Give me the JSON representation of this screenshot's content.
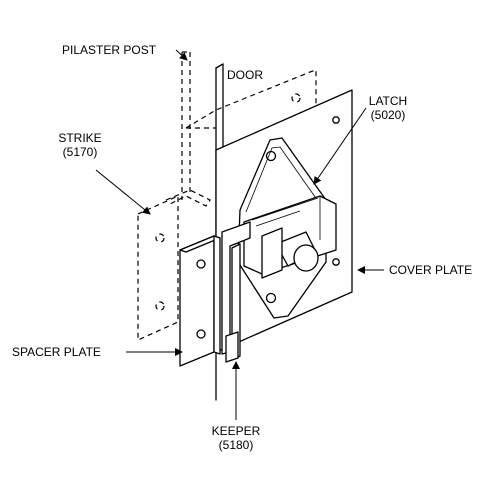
{
  "labels": {
    "pilaster_post": "PILASTER POST",
    "door": "DOOR",
    "latch_name": "LATCH",
    "latch_code": "(5020)",
    "strike_name": "STRIKE",
    "strike_code": "(5170)",
    "cover_plate": "COVER PLATE",
    "spacer_plate": "SPACER PLATE",
    "keeper_name": "KEEPER",
    "keeper_code": "(5180)"
  }
}
